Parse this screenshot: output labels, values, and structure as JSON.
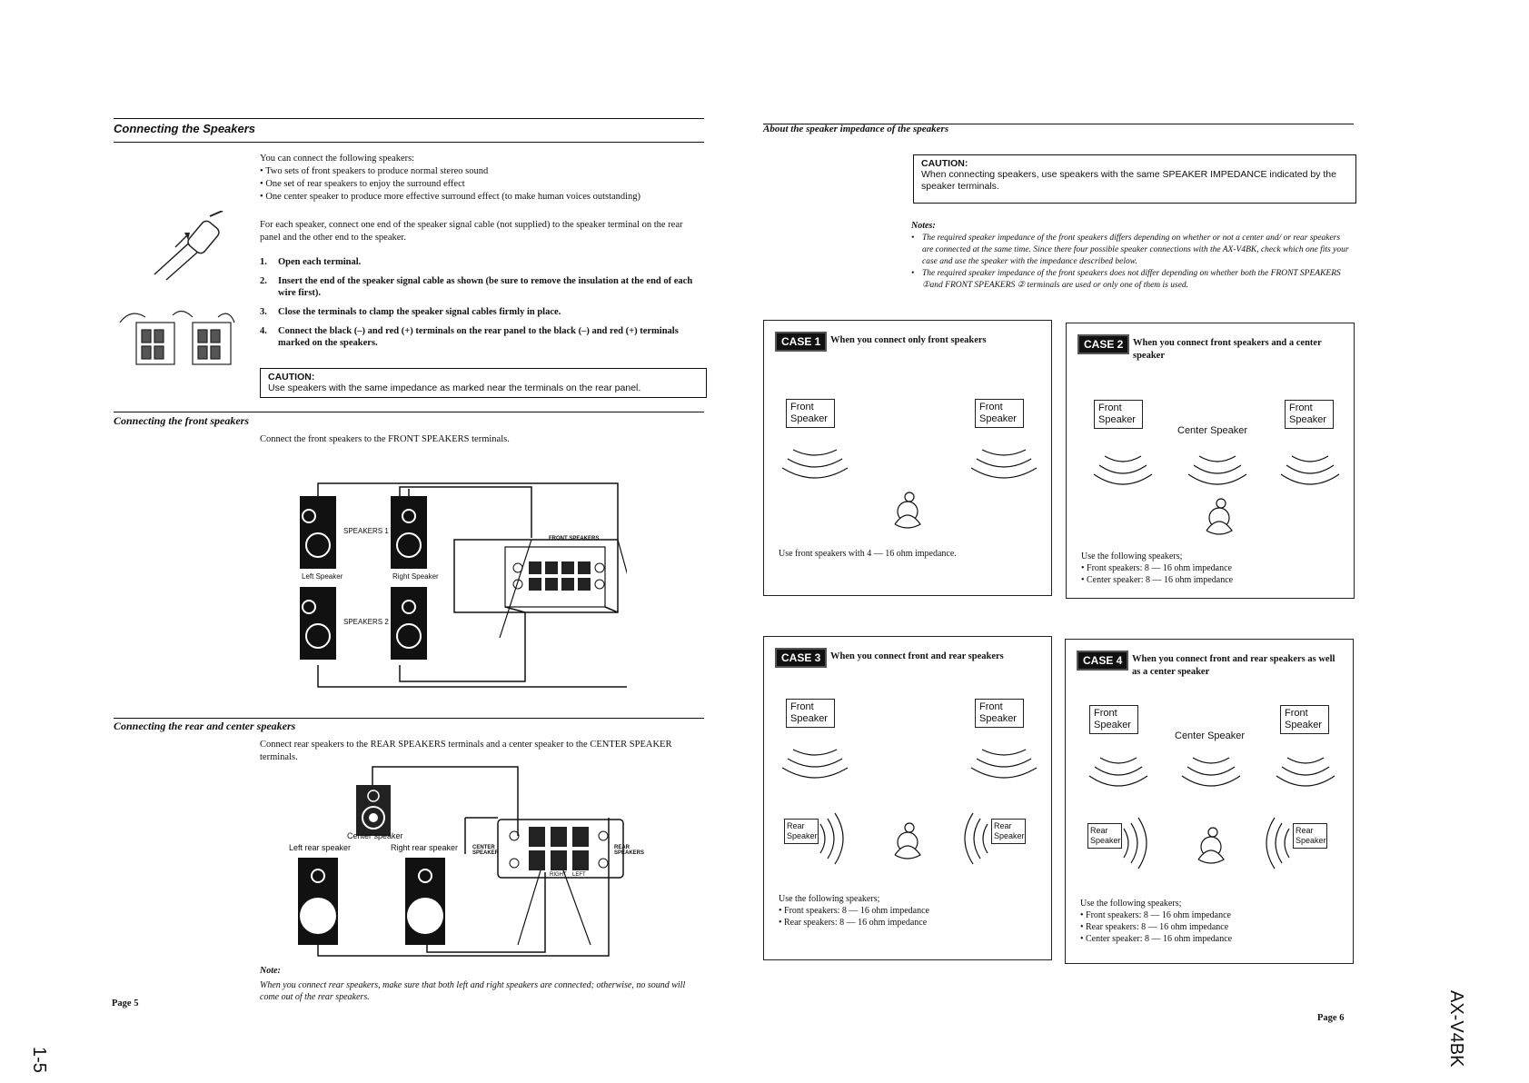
{
  "left_page": {
    "section_title": "Connecting the Speakers",
    "intro": "You can connect the following speakers:",
    "intro_items": [
      "Two sets of front speakers to produce normal stereo sound",
      "One set of rear speakers to enjoy the surround effect",
      "One center speaker to produce more effective surround effect (to make human voices outstanding)"
    ],
    "cable_text": "For each speaker, connect one end of the speaker signal cable (not supplied) to the speaker terminal on the rear panel and the other end to the speaker.",
    "steps": [
      {
        "num": "1.",
        "text": "Open each terminal."
      },
      {
        "num": "2.",
        "text": "Insert the end of the speaker signal cable as shown (be sure to remove the insulation at the end of each wire first)."
      },
      {
        "num": "3.",
        "text": "Close the terminals to clamp the speaker signal cables firmly in place."
      },
      {
        "num": "4.",
        "text": "Connect the black (–) and red (+) terminals on the rear panel to the black (–) and red (+) terminals marked on the speakers."
      }
    ],
    "caution": {
      "title": "CAUTION:",
      "body": "Use speakers with the same impedance as marked near the terminals on the rear panel."
    },
    "front_title": "Connecting the front speakers",
    "front_text": "Connect the front speakers to the FRONT SPEAKERS terminals.",
    "front_diagram": {
      "speakers1": "SPEAKERS 1",
      "speakers2": "SPEAKERS 2",
      "left": "Left Speaker",
      "right": "Right Speaker",
      "panel": "FRONT SPEAKERS"
    },
    "rear_title": "Connecting the rear and center speakers",
    "rear_text": "Connect rear speakers to the REAR SPEAKERS terminals and a center speaker to the CENTER SPEAKER terminals.",
    "rear_diagram": {
      "center": "Center speaker",
      "left_rear": "Left rear speaker",
      "right_rear": "Right rear speaker",
      "center_term": "CENTER SPEAKER",
      "rear_term": "REAR SPEAKERS",
      "right": "RIGHT",
      "left": "LEFT"
    },
    "note_title": "Note:",
    "note_text": "When you connect rear speakers, make sure that both left and right speakers are connected; otherwise, no sound will come out of the rear speakers.",
    "page_label": "Page 5",
    "side_number": "1-5"
  },
  "right_page": {
    "section_title": "About the speaker impedance of the speakers",
    "caution": {
      "title": "CAUTION:",
      "body": "When connecting speakers, use speakers with the same SPEAKER IMPEDANCE indicated by the speaker terminals."
    },
    "notes_title": "Notes:",
    "notes": [
      "The required speaker impedance of the front speakers differs depending on whether or not a center and/ or rear speakers are connected at the same time. Since there four possible speaker connections with the AX-V4BK, check which one fits your case and use the speaker with the impedance described below.",
      "The required speaker impedance of the front speakers does not differ depending on whether both the FRONT SPEAKERS ①and FRONT SPEAKERS ② terminals are used or only one of them is used."
    ],
    "cases": [
      {
        "badge": "CASE 1",
        "title": "When you connect only front speakers",
        "note": "Use front speakers with 4 — 16 ohm impedance.",
        "items": []
      },
      {
        "badge": "CASE 2",
        "title": "When you connect front speakers and a center speaker",
        "note": "Use the following speakers;",
        "items": [
          "Front speakers:  8 — 16 ohm impedance",
          "Center speaker:  8 — 16 ohm impedance"
        ]
      },
      {
        "badge": "CASE 3",
        "title": "When you connect  front and rear speakers",
        "note": "Use the following speakers;",
        "items": [
          "Front speakers:  8 — 16 ohm impedance",
          "Rear speakers:  8 — 16 ohm impedance"
        ]
      },
      {
        "badge": "CASE 4",
        "title": "When you connect front and rear speakers as well as a center speaker",
        "note": "Use the following speakers;",
        "items": [
          "Front speakers:  8 — 16 ohm impedance",
          "Rear speakers:  8 — 16 ohm impedance",
          "Center speaker:  8 — 16 ohm impedance"
        ]
      }
    ],
    "labels": {
      "front": "Front Speaker",
      "center": "Center Speaker",
      "rear": "Rear Speaker"
    },
    "page_label": "Page 6",
    "model": "AX-V4BK"
  }
}
